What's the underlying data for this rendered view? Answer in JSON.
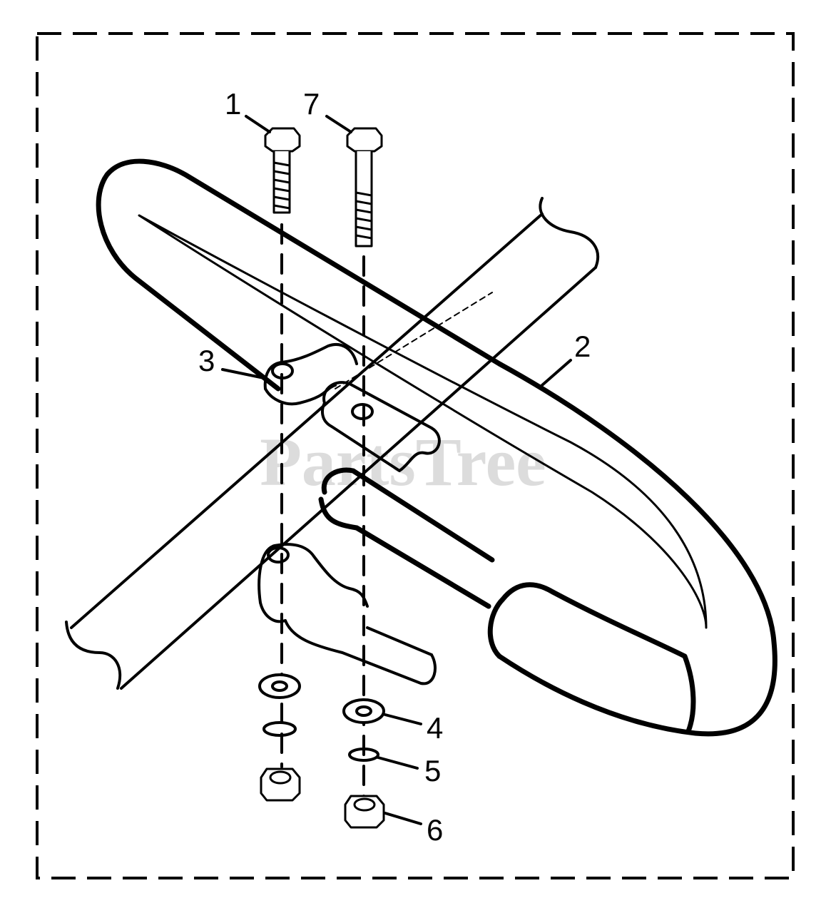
{
  "diagram": {
    "callouts": [
      {
        "id": "1",
        "label": "1"
      },
      {
        "id": "7",
        "label": "7"
      },
      {
        "id": "2",
        "label": "2"
      },
      {
        "id": "3",
        "label": "3"
      },
      {
        "id": "4",
        "label": "4"
      },
      {
        "id": "5",
        "label": "5"
      },
      {
        "id": "6",
        "label": "6"
      }
    ],
    "watermark": "PartsTree"
  },
  "colors": {
    "line": "#000000",
    "background": "#ffffff",
    "watermark": "#d9d9d9"
  }
}
